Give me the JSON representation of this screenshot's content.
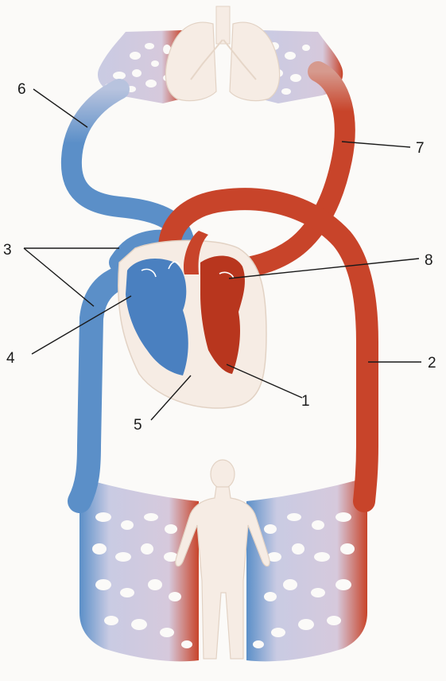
{
  "colors": {
    "venous": "#5b8fc8",
    "arterial": "#c8442a",
    "capillary_bed": "#c9cbe3",
    "organ": "#f6ece4",
    "background": "#fbfaf8"
  },
  "icons": [
    "lungs-icon",
    "heart-icon",
    "human-body-icon"
  ],
  "labels": {
    "l1": "1",
    "l2": "2",
    "l3": "3",
    "l4": "4",
    "l5": "5",
    "l6": "6",
    "l7": "7",
    "l8": "8"
  }
}
